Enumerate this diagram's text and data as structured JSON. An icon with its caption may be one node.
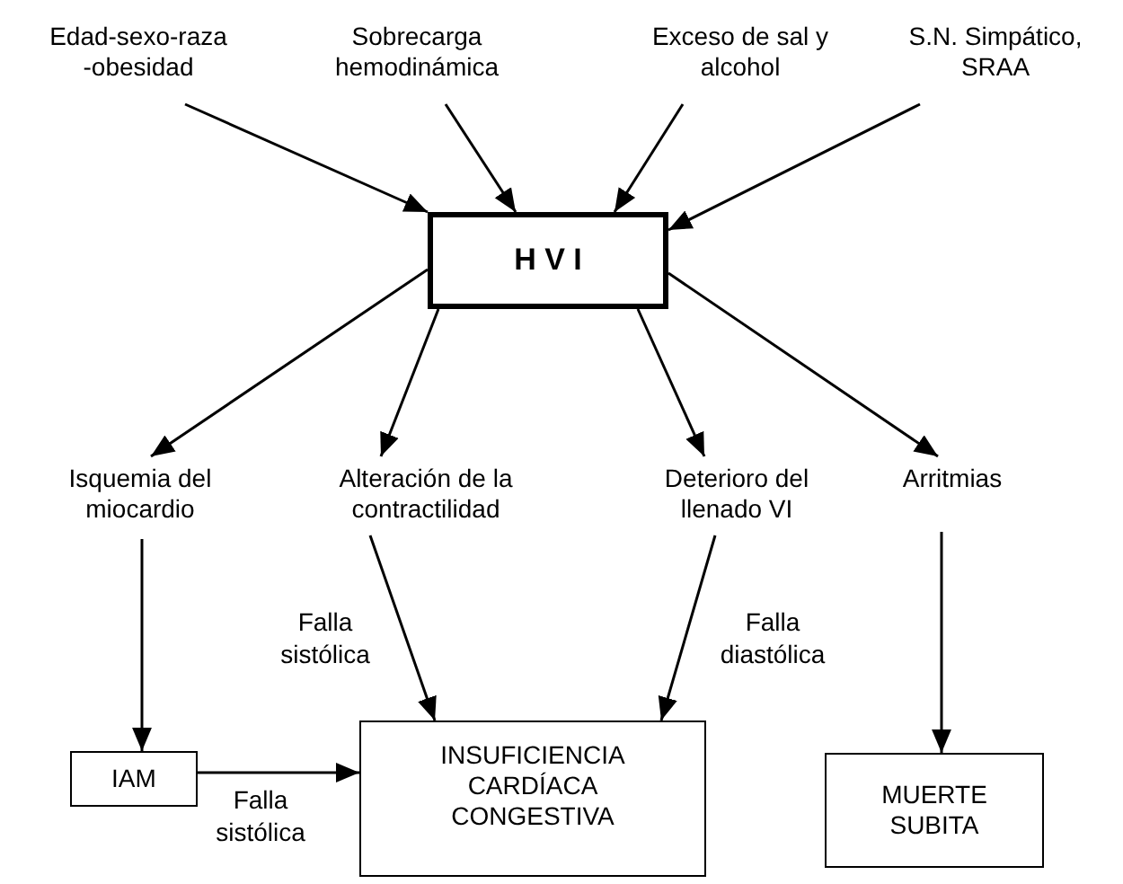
{
  "diagram": {
    "nodes": [
      {
        "text": [
          "Edad-sexo-raza -obesidad"
        ]
      },
      {
        "text": [
          "Sobrecarga hemodinámica"
        ]
      },
      {
        "text": [
          "Exceso de sal y alcohol"
        ]
      },
      {
        "text": [
          "S.N. Simpático, SRAA"
        ]
      },
      {
        "text": [
          "H V I"
        ]
      },
      {
        "text": [
          "Isquemia del miocardio"
        ]
      },
      {
        "text": [
          "Alteración de la contractilidad"
        ]
      },
      {
        "text": [
          "Deterioro del llenado VI"
        ]
      },
      {
        "text": [
          "Arritmias"
        ]
      },
      {
        "text": [
          "IAM"
        ]
      },
      {
        "text": [
          "INSUFICIENCIA CARDÍACA CONGESTIVA"
        ]
      },
      {
        "text": [
          "MUERTE SUBITA"
        ]
      }
    ],
    "edges": [
      {
        "from": 0,
        "to": 4,
        "arrow": "to"
      },
      {
        "from": 1,
        "to": 4,
        "arrow": "to"
      },
      {
        "from": 2,
        "to": 4,
        "arrow": "to"
      },
      {
        "from": 3,
        "to": 4,
        "arrow": "to"
      },
      {
        "from": 4,
        "to": 5,
        "arrow": "to"
      },
      {
        "from": 4,
        "to": 6,
        "arrow": "to"
      },
      {
        "from": 4,
        "to": 7,
        "arrow": "to"
      },
      {
        "from": 4,
        "to": 8,
        "arrow": "to"
      },
      {
        "from": 5,
        "to": 9,
        "arrow": "to"
      },
      {
        "from": 6,
        "to": 10,
        "arrow": "to",
        "label": "Falla sistólica"
      },
      {
        "from": 7,
        "to": 10,
        "arrow": "to",
        "label": "Falla diastólica"
      },
      {
        "from": 9,
        "to": 10,
        "arrow": "to",
        "label": "Falla sistólica"
      },
      {
        "from": 8,
        "to": 11,
        "arrow": "to"
      }
    ]
  }
}
